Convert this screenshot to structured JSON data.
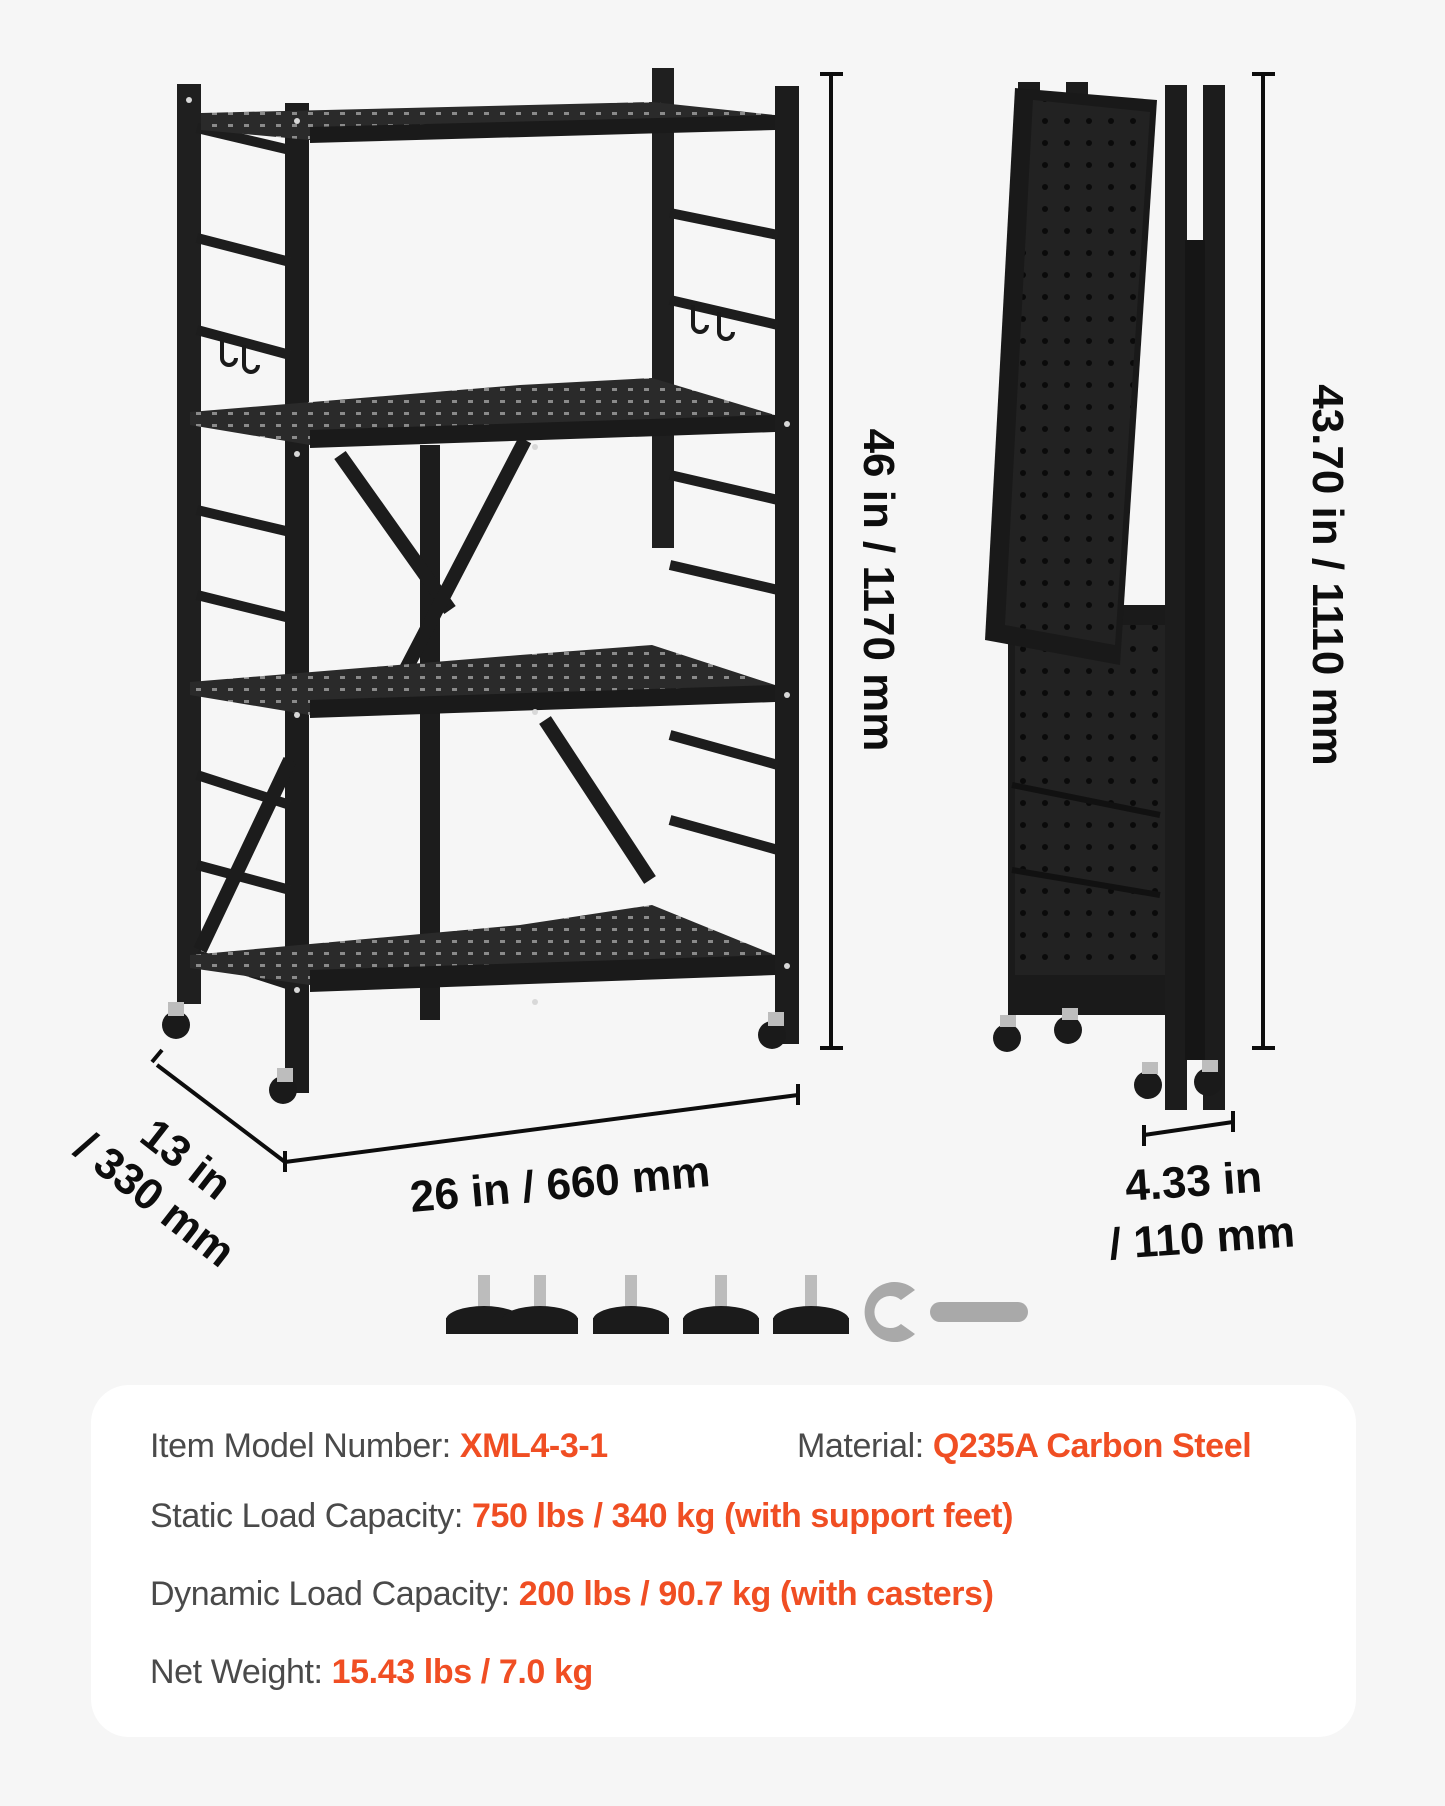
{
  "dimensions": {
    "assembled_height": "46 in / 1170 mm",
    "assembled_width": "26 in / 660 mm",
    "assembled_depth_line1": "13 in",
    "assembled_depth_line2": "/ 330 mm",
    "folded_height": "43.70 in / 1110 mm",
    "folded_width_line1": "4.33 in",
    "folded_width_line2": "/ 110 mm"
  },
  "accessories": {
    "support_feet_count": 5,
    "wrench_count": 1
  },
  "specs": {
    "model": {
      "label": "Item Model Number: ",
      "value": "XML4-3-1"
    },
    "material": {
      "label": "Material: ",
      "value": "Q235A Carbon Steel"
    },
    "static_load": {
      "label": "Static Load Capacity: ",
      "value": "750 lbs / 340 kg (with support feet)"
    },
    "dynamic_load": {
      "label": "Dynamic Load Capacity: ",
      "value": "200 lbs / 90.7 kg (with casters)"
    },
    "net_weight": {
      "label": "Net Weight: ",
      "value": "15.43 lbs / 7.0 kg"
    }
  },
  "colors": {
    "accent": "#f04e23",
    "label_text": "#4a4a4a",
    "background": "#f6f6f6",
    "card": "#ffffff",
    "product": "#1c1c1c"
  }
}
